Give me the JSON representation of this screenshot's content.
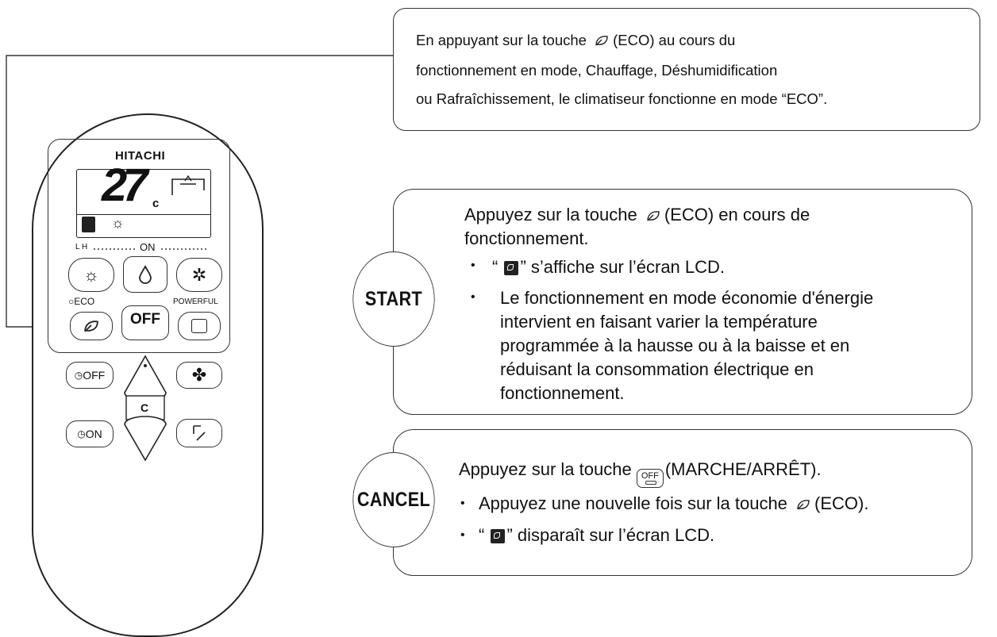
{
  "top_note": {
    "line1_pre": "En appuyant sur la touche",
    "line1_post": "(ECO) au cours du",
    "line2": "fonctionnement en mode, Chauffage, Déshumidification",
    "line3": "ou Rafraîchissement, le climatiseur fonctionne en mode “ECO”."
  },
  "start": {
    "badge": "START",
    "intro_pre": "Appuyez sur la touche",
    "intro_post": "(ECO) en cours de",
    "intro_line2": "fonctionnement.",
    "bullet1_pre": "“",
    "bullet1_post": "” s’affiche sur l’écran LCD.",
    "bullet2_lines": [
      "Le fonctionnement en mode économie d'énergie",
      "intervient en faisant varier la température",
      "programmée à la hausse ou à la baisse et en",
      "réduisant la consommation électrique en",
      "fonctionnement."
    ]
  },
  "cancel": {
    "badge": "CANCEL",
    "line1_pre": "Appuyez sur la touche",
    "line1_post": "(MARCHE/ARRÊT).",
    "off_key_label": "OFF",
    "bullet1_pre": "Appuyez une nouvelle fois sur la touche",
    "bullet1_post": "(ECO).",
    "bullet2_pre": "“",
    "bullet2_post": "” disparaît sur l’écran LCD."
  },
  "remote": {
    "brand": "HITACHI",
    "temperature": "27",
    "temp_unit": "c",
    "on_label": "ON",
    "eco_label": "ECO",
    "off_label": "OFF",
    "powerful_label": "POWERFUL",
    "timer_off_label": "OFF",
    "timer_on_label": "ON",
    "temp_key_label": "C",
    "lh_label": "L H"
  }
}
